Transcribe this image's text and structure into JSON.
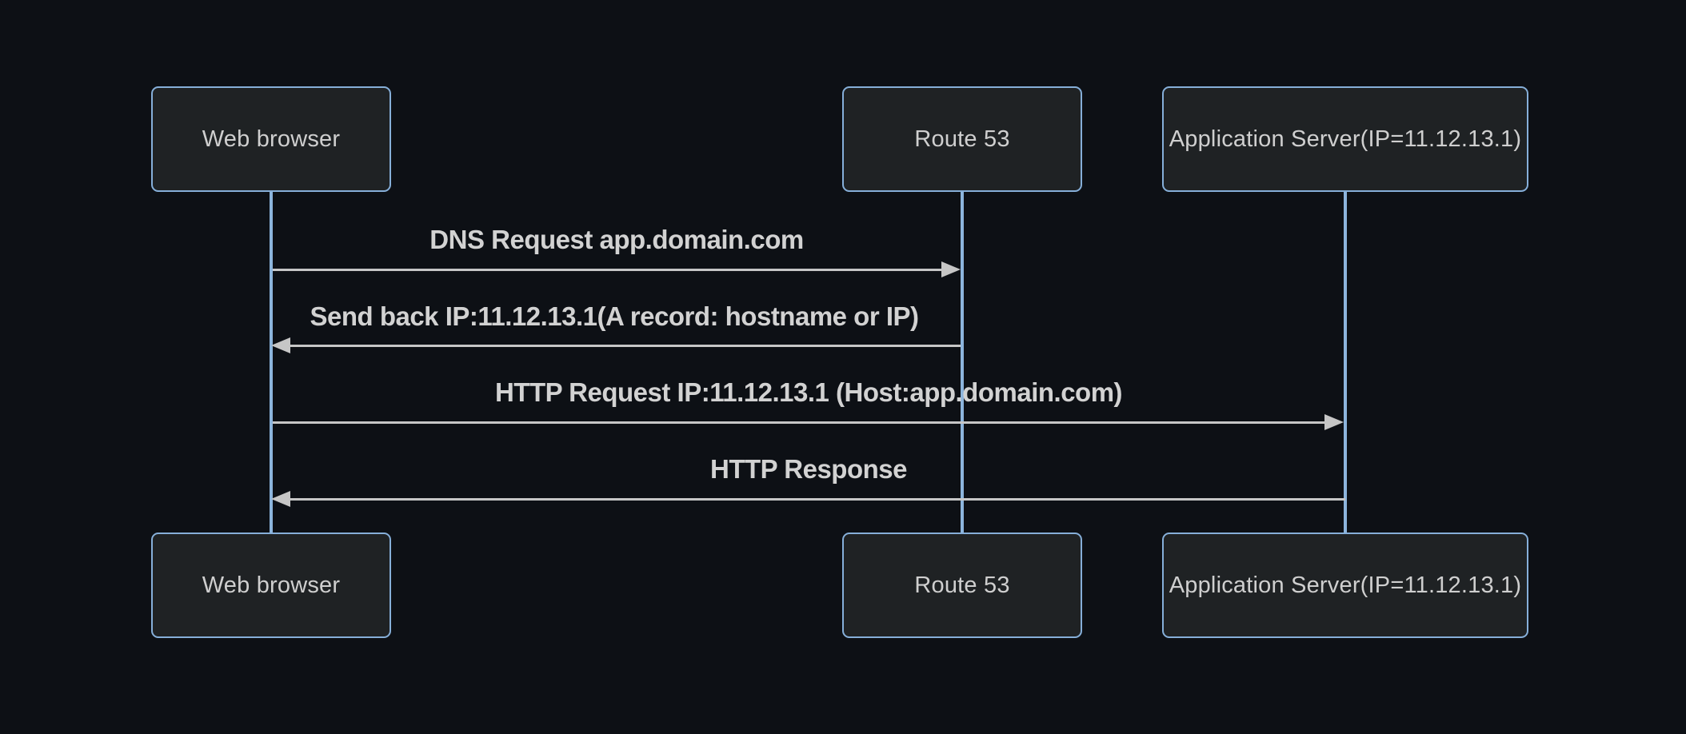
{
  "diagram": {
    "type": "sequence-diagram",
    "actors": [
      {
        "id": "web-browser",
        "label": "Web browser"
      },
      {
        "id": "route-53",
        "label": "Route 53"
      },
      {
        "id": "app-server",
        "label": "Application Server(IP=11.12.13.1)"
      }
    ],
    "messages": [
      {
        "from": "web-browser",
        "to": "route-53",
        "direction": "right",
        "label": "DNS Request app.domain.com"
      },
      {
        "from": "route-53",
        "to": "web-browser",
        "direction": "left",
        "label": "Send back IP:11.12.13.1(A record: hostname or IP)"
      },
      {
        "from": "web-browser",
        "to": "app-server",
        "direction": "right",
        "label": "HTTP Request IP:11.12.13.1 (Host:app.domain.com)"
      },
      {
        "from": "app-server",
        "to": "web-browser",
        "direction": "left",
        "label": "HTTP Response"
      }
    ],
    "colors": {
      "bg": "#0d1015",
      "actor-fill": "#1f2224",
      "actor-border": "#86afd9",
      "actor-text": "#cfcfcf",
      "lifeline": "#8cb4dc",
      "arrow": "#c6c6c6",
      "msg-text": "#d2d2d2"
    }
  }
}
